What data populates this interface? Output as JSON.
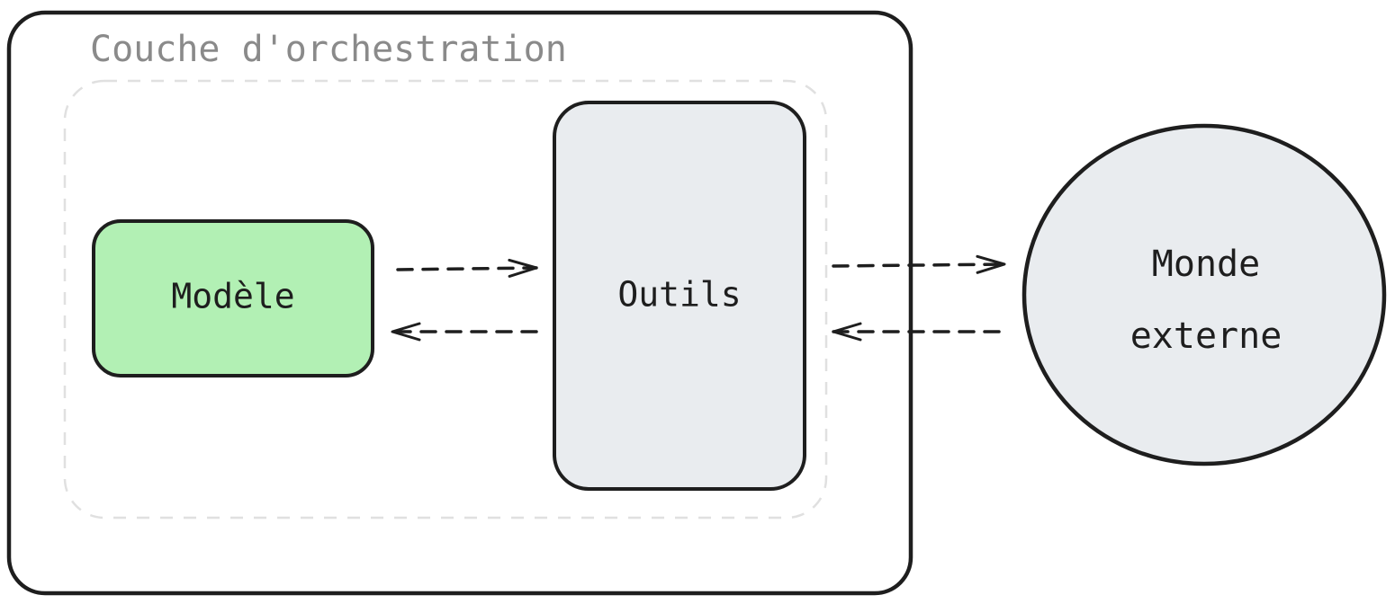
{
  "diagram": {
    "layer_title": "Couche d'orchestration",
    "model_label": "Modèle",
    "tools_label": "Outils",
    "world_label_line1": "Monde",
    "world_label_line2": "externe"
  },
  "colors": {
    "outline": "#1e1e1e",
    "model_fill": "#b2f0b4",
    "tools_fill": "#e9ecef",
    "world_fill": "#e9ecef",
    "dashed_boundary": "#e0e0e0",
    "layer_title": "#8a8a8a"
  }
}
